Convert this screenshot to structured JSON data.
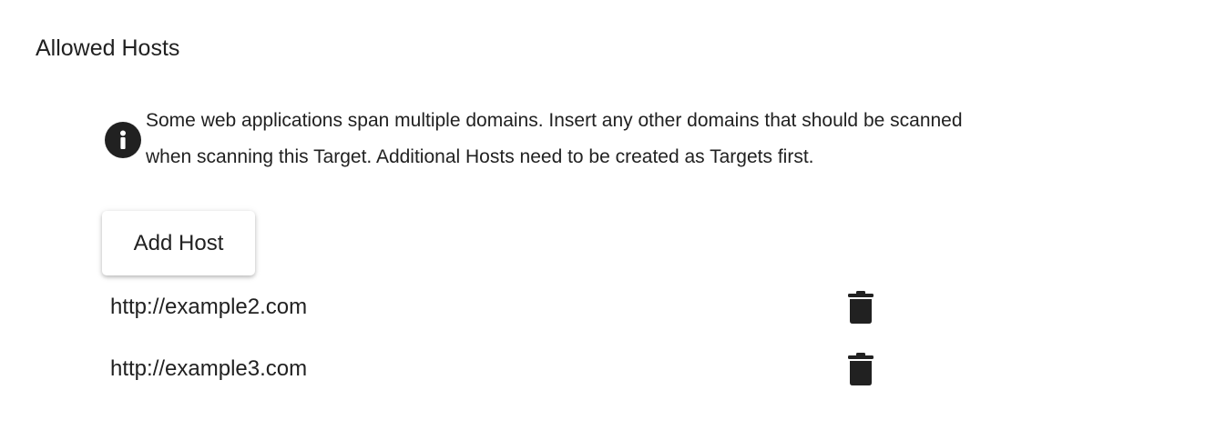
{
  "section": {
    "title": "Allowed Hosts"
  },
  "info": {
    "icon": "info-icon",
    "line1": "Some web applications span multiple domains. Insert any other domains that should be scanned",
    "line2": "when scanning this Target. Additional Hosts need to be created as Targets first."
  },
  "add_host_button": {
    "label": "Add Host"
  },
  "hosts": [
    {
      "value": "http://example2.com",
      "delete_icon": "trash-icon"
    },
    {
      "value": "http://example3.com",
      "delete_icon": "trash-icon"
    }
  ],
  "colors": {
    "text": "#212121",
    "background": "#ffffff"
  }
}
